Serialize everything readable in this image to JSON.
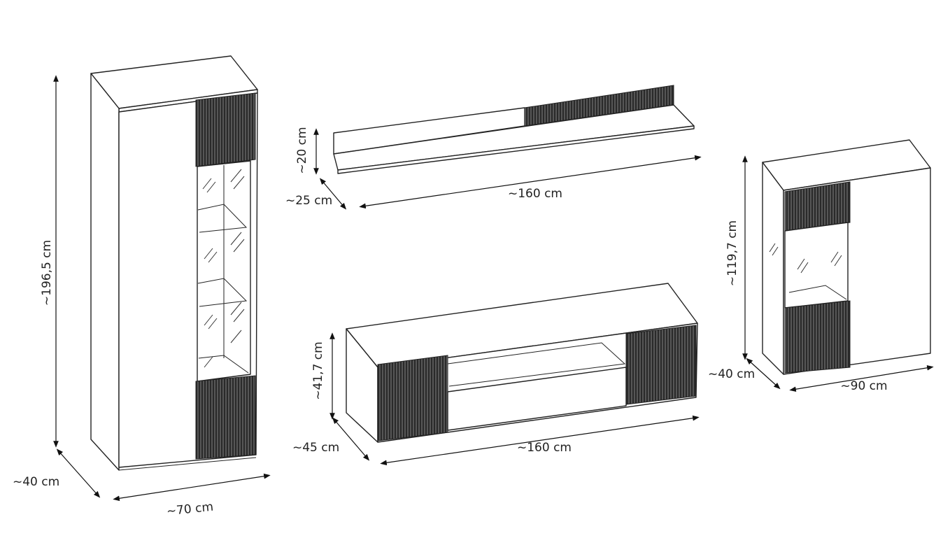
{
  "title": "Furniture set dimensions",
  "tall_cabinet": {
    "height": "~196,5 cm",
    "depth": "~40 cm",
    "width": "~70 cm"
  },
  "wall_shelf": {
    "height": "~20 cm",
    "depth": "~25 cm",
    "width": "~160 cm"
  },
  "tv_stand": {
    "height": "~41,7 cm",
    "depth": "~45 cm",
    "width": "~160 cm"
  },
  "small_cabinet": {
    "height": "~119,7 cm",
    "depth": "~40 cm",
    "width": "~90 cm"
  },
  "colors": {
    "line": "#222222",
    "fluted": "#1e1e1e",
    "background": "#ffffff"
  }
}
